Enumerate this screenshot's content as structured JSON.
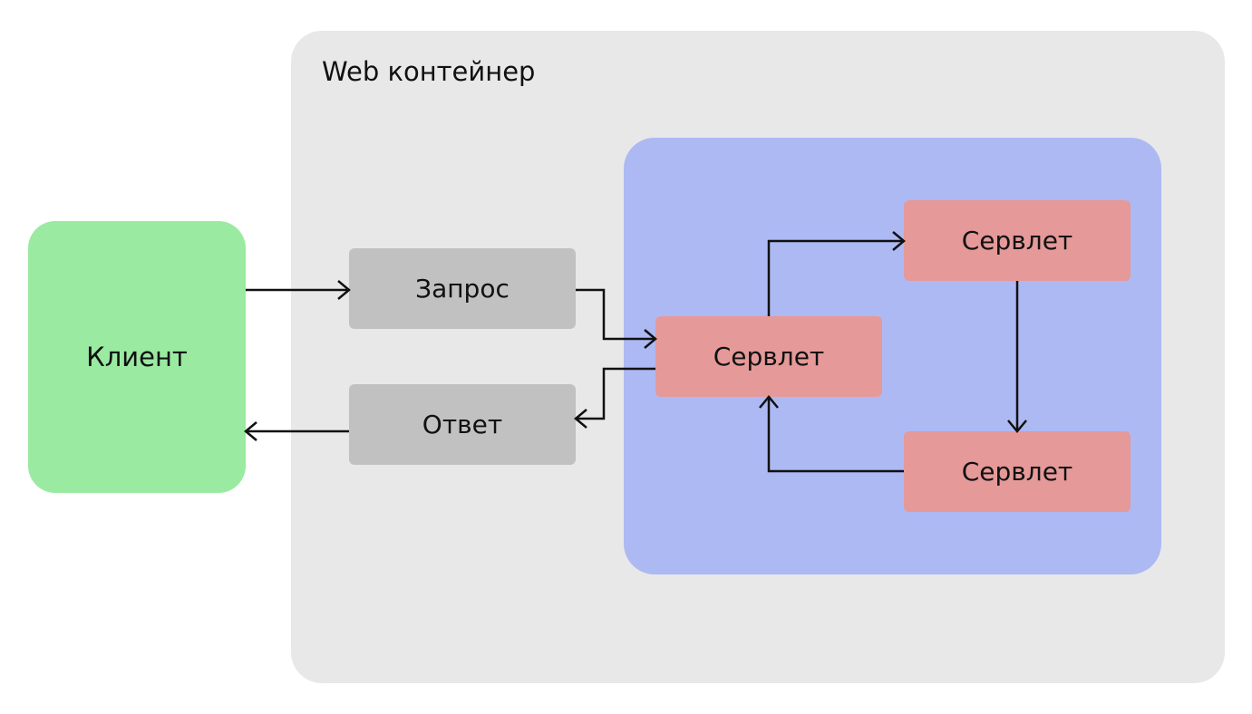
{
  "container": {
    "title": "Web контейнер",
    "background": "#e8e8e8"
  },
  "servlet_area": {
    "background": "#adb9f3"
  },
  "client": {
    "label": "Клиент",
    "color": "#9aeaa2"
  },
  "request": {
    "label": "Запрос",
    "color": "#c1c1c1"
  },
  "response": {
    "label": "Ответ",
    "color": "#c1c1c1"
  },
  "servlets": {
    "main": "Сервлет",
    "top": "Сервлет",
    "bottom": "Сервлет",
    "color": "#e59999"
  },
  "edges": [
    {
      "from": "client",
      "to": "request"
    },
    {
      "from": "request",
      "to": "servlet-main"
    },
    {
      "from": "servlet-main",
      "to": "servlet-top"
    },
    {
      "from": "servlet-top",
      "to": "servlet-bottom"
    },
    {
      "from": "servlet-bottom",
      "to": "servlet-main"
    },
    {
      "from": "servlet-main",
      "to": "response"
    },
    {
      "from": "response",
      "to": "client"
    }
  ]
}
